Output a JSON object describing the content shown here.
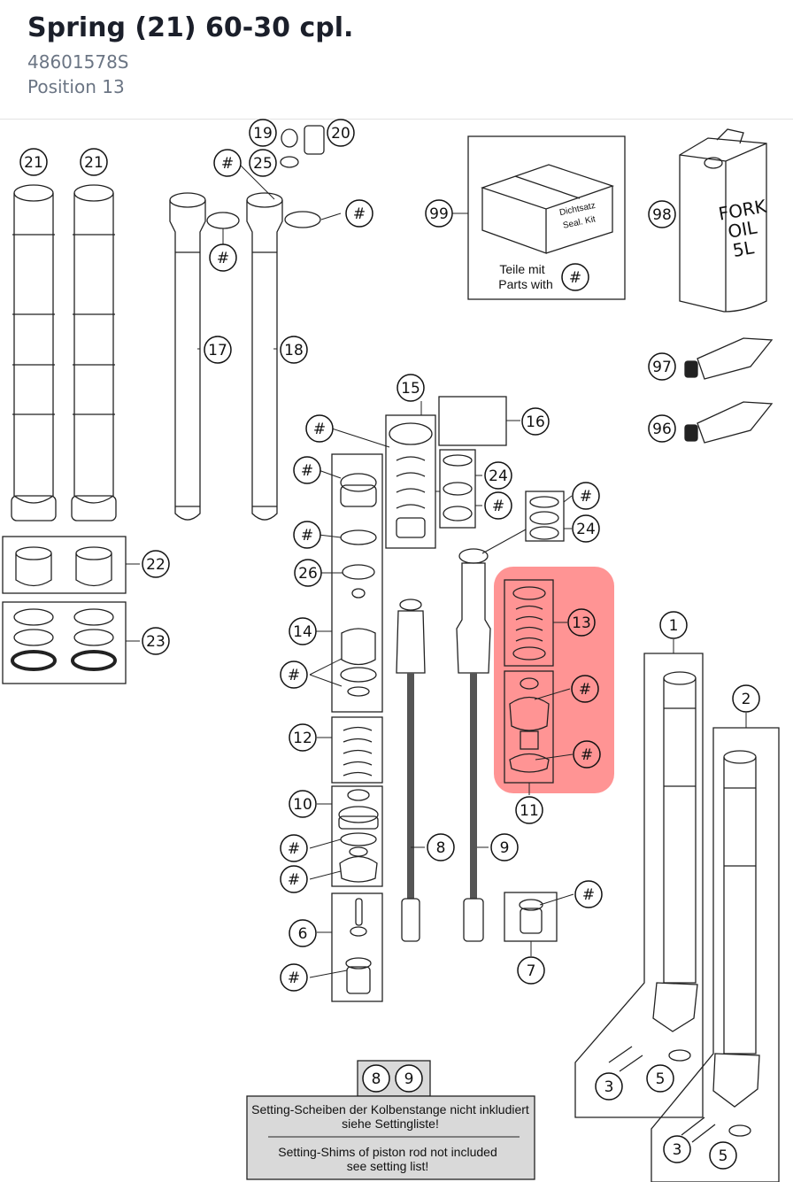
{
  "header": {
    "title": "Spring (21) 60-30 cpl.",
    "part_number": "48601578S",
    "position": "Position 13"
  },
  "diagram": {
    "highlight_color": "#ff8080",
    "labels": {
      "l21a": "21",
      "l21b": "21",
      "l19": "19",
      "l20": "20",
      "l25": "25",
      "hash_top1": "#",
      "hash_top2": "#",
      "hash_top3": "#",
      "l17": "17",
      "l18": "18",
      "l99": "99",
      "l98": "98",
      "l97": "97",
      "l96": "96",
      "l15": "15",
      "l16": "16",
      "l24a": "24",
      "l24b": "24",
      "hash15": "#",
      "hash24a": "#",
      "hash24b": "#",
      "hash14a": "#",
      "hash14b": "#",
      "l26": "26",
      "l14": "14",
      "hash14c": "#",
      "l22": "22",
      "l23": "23",
      "l13": "13",
      "hash13a": "#",
      "hash13b": "#",
      "l11": "11",
      "l12": "12",
      "l10": "10",
      "hash10a": "#",
      "hash10b": "#",
      "l8": "8",
      "l9": "9",
      "l6": "6",
      "hash6": "#",
      "l7": "7",
      "hash7": "#",
      "l1": "1",
      "l2": "2",
      "l3a": "3",
      "l5a": "5",
      "l3b": "3",
      "l5b": "5",
      "note8": "8",
      "note9": "9"
    },
    "kit_box": {
      "line1": "Teile mit",
      "line2": "Parts with",
      "hash": "#",
      "box_label1": "Dichtsatz",
      "box_label2": "Seal. Kit"
    },
    "oil_can": {
      "line1": "FORK",
      "line2": "OIL",
      "line3": "5L"
    },
    "note": {
      "de_line1": "Setting-Scheiben der Kolbenstange nicht inkludiert",
      "de_line2": "siehe Settingliste!",
      "en_line1": "Setting-Shims of piston rod not included",
      "en_line2": "see setting list!"
    }
  }
}
